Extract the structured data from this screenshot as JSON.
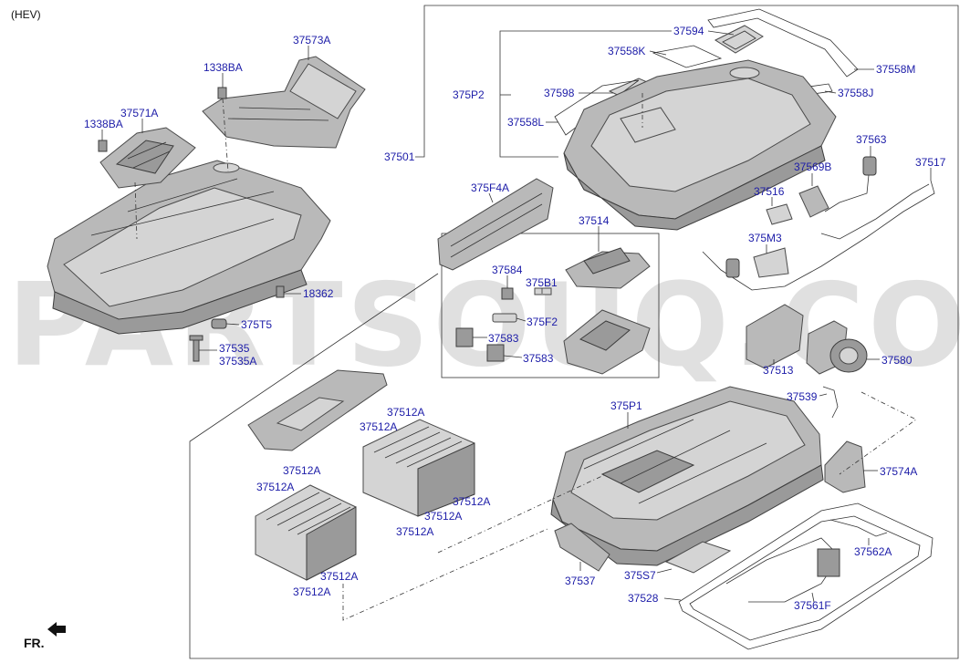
{
  "header": {
    "variant": "(HEV)"
  },
  "watermark": "PARTSOUQ.COM",
  "orientation": {
    "label": "FR."
  },
  "colors": {
    "label_blue": "#1c1ca8",
    "part_gray": "#b9b9b9",
    "watermark": "#c8c8c8"
  },
  "labels": {
    "l37573A": "37573A",
    "l1338BA_top": "1338BA",
    "l37571A": "37571A",
    "l1338BA_left": "1338BA",
    "l18362": "18362",
    "l375T5": "375T5",
    "l37535": "37535",
    "l37535A": "37535A",
    "l37501": "37501",
    "l37594": "37594",
    "l37558K": "37558K",
    "l37558M": "37558M",
    "l375P2": "375P2",
    "l37598": "37598",
    "l37558J": "37558J",
    "l37558L": "37558L",
    "l37563": "37563",
    "l375F4A": "375F4A",
    "l37569B": "37569B",
    "l37517": "37517",
    "l37516": "37516",
    "l37514": "37514",
    "l375M3": "375M3",
    "l37584": "37584",
    "l375B1": "375B1",
    "l375F2": "375F2",
    "l37583a": "37583",
    "l37583b": "37583",
    "l37513": "37513",
    "l37580": "37580",
    "l37539": "37539",
    "l375P1": "375P1",
    "l37512A_1": "37512A",
    "l37512A_2": "37512A",
    "l37512A_3": "37512A",
    "l37512A_4": "37512A",
    "l37512A_5": "37512A",
    "l37512A_6": "37512A",
    "l37512A_7": "37512A",
    "l37512A_8": "37512A",
    "l37574A": "37574A",
    "l37537": "37537",
    "l375S7": "375S7",
    "l37562A": "37562A",
    "l37528": "37528",
    "l37561F": "37561F"
  }
}
